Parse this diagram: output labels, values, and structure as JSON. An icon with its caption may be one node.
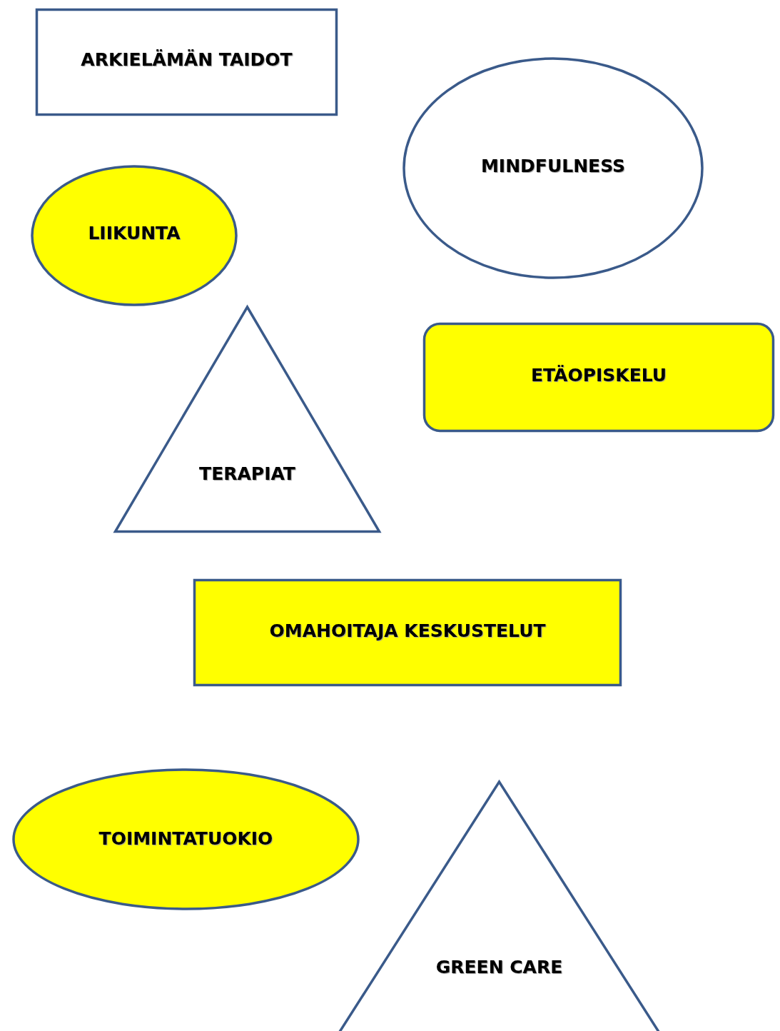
{
  "diagram": {
    "nodes": [
      {
        "text": [
          "ARKIELÄMÄN TAIDOT"
        ]
      },
      {
        "text": [
          "MINDFULNESS"
        ]
      },
      {
        "text": [
          "LIIKUNTA"
        ]
      },
      {
        "text": [
          "TERAPIAT"
        ]
      },
      {
        "text": [
          "ETÄOPISKELU"
        ]
      },
      {
        "text": [
          "OMAHOITAJA KESKUSTELUT"
        ]
      },
      {
        "text": [
          "TOIMINTATUOKIO"
        ]
      },
      {
        "text": [
          "GREEN CARE"
        ]
      }
    ]
  }
}
